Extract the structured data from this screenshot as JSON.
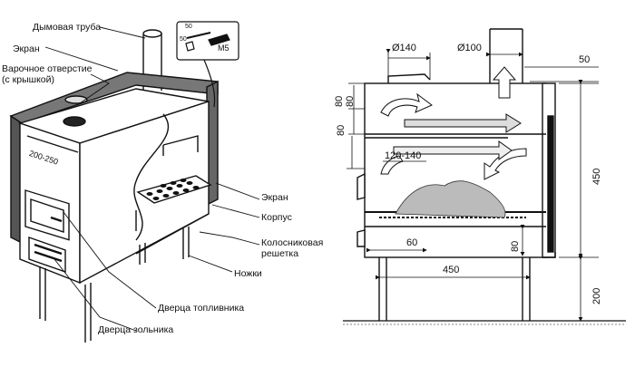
{
  "left_figure": {
    "labels": {
      "chimney": "Дымовая труба",
      "screen_top": "Экран",
      "cooking_hole": "Варочное отверстие\n(с крышкой)",
      "screen_right": "Экран",
      "body": "Корпус",
      "grate": "Колосниковая\nрешетка",
      "legs": "Ножки",
      "fuel_door": "Дверца топливника",
      "ash_door": "Дверца зольника"
    },
    "inset": {
      "dim_top": "50",
      "dim_left": "50",
      "bolt": "M5"
    },
    "dimension": "200-250"
  },
  "right_figure": {
    "dims": {
      "hole_diameter": "Ø140",
      "chimney_diameter": "Ø100",
      "offset_right": "50",
      "left_top_a": "80",
      "left_top_b": "80",
      "left_mid": "80",
      "shelf_gap": "120-140",
      "ash_height": "60",
      "ash_right": "80",
      "total_height": "450",
      "width": "450",
      "leg_height": "200"
    }
  }
}
